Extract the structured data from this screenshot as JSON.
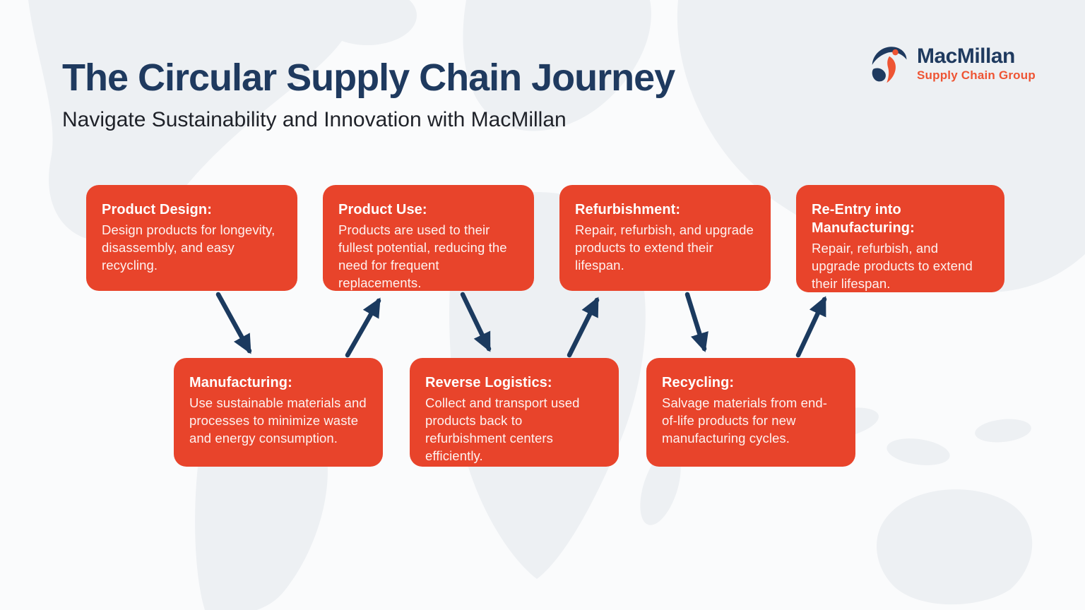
{
  "header": {
    "title": "The Circular Supply Chain Journey",
    "subtitle": "Navigate Sustainability and Innovation with MacMillan"
  },
  "logo": {
    "name": "MacMillan",
    "tagline": "Supply Chain Group",
    "icon": "globe-swoosh-icon"
  },
  "colors": {
    "card_orange": "#E8442B",
    "title_navy": "#1F3A5F",
    "arrow_navy": "#1B3A5F",
    "logo_orange": "#EE5433",
    "background": "#FAFBFC",
    "map_watermark": "#EDF0F3"
  },
  "flow": {
    "cards": [
      {
        "id": "product-design",
        "row": "top",
        "title": "Product Design:",
        "description": "Design products for longevity, disassembly, and easy recycling."
      },
      {
        "id": "product-use",
        "row": "top",
        "title": "Product Use:",
        "description": "Products are used to their fullest potential, reducing the need for frequent replacements."
      },
      {
        "id": "refurbishment",
        "row": "top",
        "title": "Refurbishment:",
        "description": "Repair, refurbish, and upgrade products to extend their lifespan."
      },
      {
        "id": "re-entry-into-manufacturing",
        "row": "top",
        "title": "Re-Entry into Manufacturing:",
        "description": "Repair, refurbish, and upgrade products to extend their lifespan."
      },
      {
        "id": "manufacturing",
        "row": "bottom",
        "title": "Manufacturing:",
        "description": "Use sustainable materials and processes to minimize waste and energy consumption."
      },
      {
        "id": "reverse-logistics",
        "row": "bottom",
        "title": "Reverse Logistics:",
        "description": "Collect and transport used products back to refurbishment centers efficiently."
      },
      {
        "id": "recycling",
        "row": "bottom",
        "title": "Recycling:",
        "description": "Salvage materials from end-of-life products for new manufacturing cycles."
      }
    ],
    "connections": [
      {
        "from": "Product Design",
        "to": "Manufacturing"
      },
      {
        "from": "Manufacturing",
        "to": "Product Use"
      },
      {
        "from": "Product Use",
        "to": "Reverse Logistics"
      },
      {
        "from": "Reverse Logistics",
        "to": "Refurbishment"
      },
      {
        "from": "Refurbishment",
        "to": "Recycling"
      },
      {
        "from": "Recycling",
        "to": "Re-Entry into Manufacturing"
      }
    ]
  }
}
